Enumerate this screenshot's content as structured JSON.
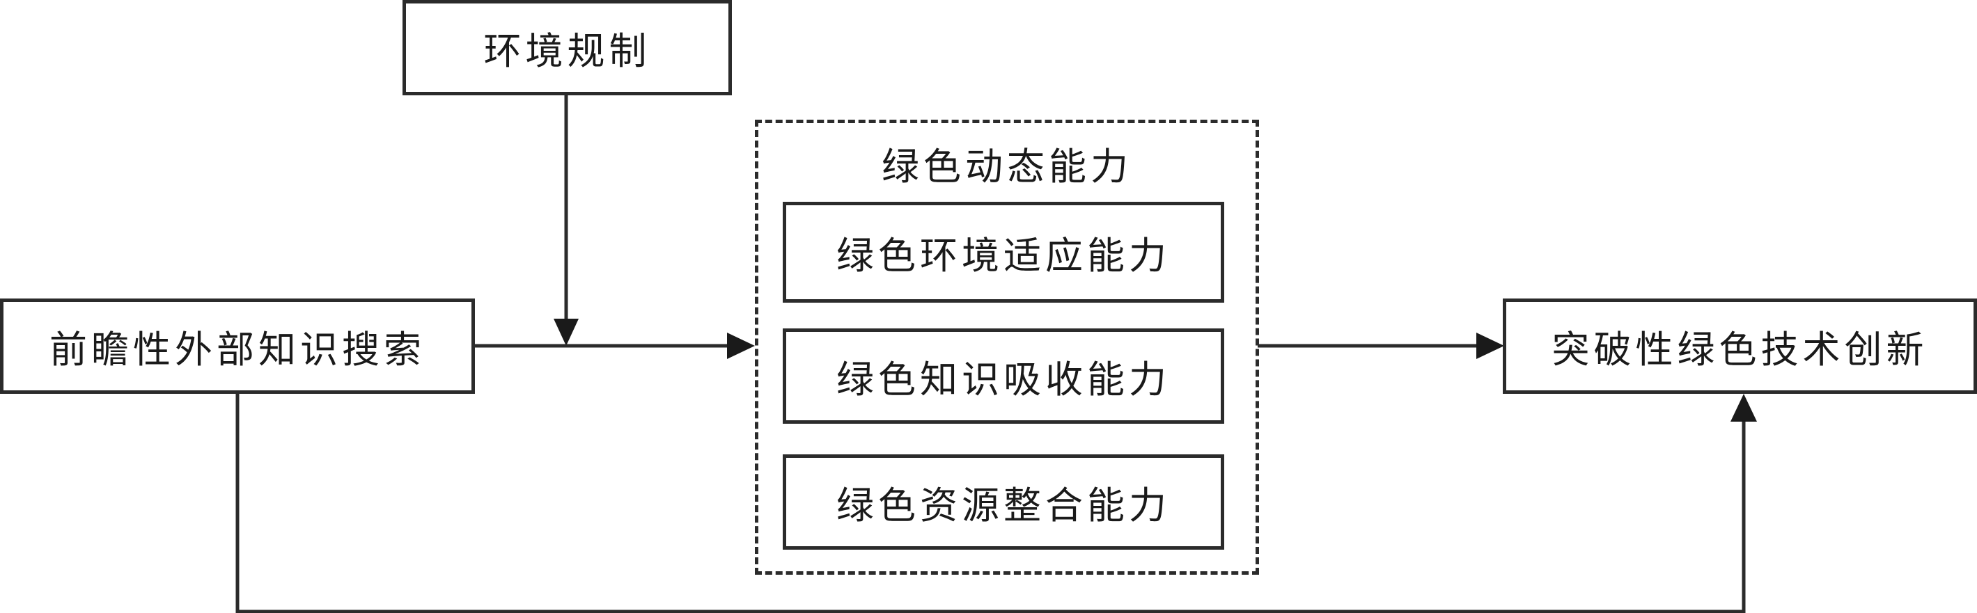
{
  "nodes": {
    "env_regulation": "环境规制",
    "forward_search": "前瞻性外部知识搜索",
    "breakthrough": "突破性绿色技术创新"
  },
  "group": {
    "title": "绿色动态能力",
    "items": [
      "绿色环境适应能力",
      "绿色知识吸收能力",
      "绿色资源整合能力"
    ]
  },
  "edges": [
    {
      "from": "环境规制",
      "to": "前瞻性外部知识搜索→绿色动态能力"
    },
    {
      "from": "前瞻性外部知识搜索",
      "to": "绿色动态能力"
    },
    {
      "from": "绿色动态能力",
      "to": "突破性绿色技术创新"
    },
    {
      "from": "前瞻性外部知识搜索",
      "to": "突破性绿色技术创新"
    }
  ],
  "colors": {
    "stroke": "#2b2b2b",
    "background": "#ffffff"
  }
}
